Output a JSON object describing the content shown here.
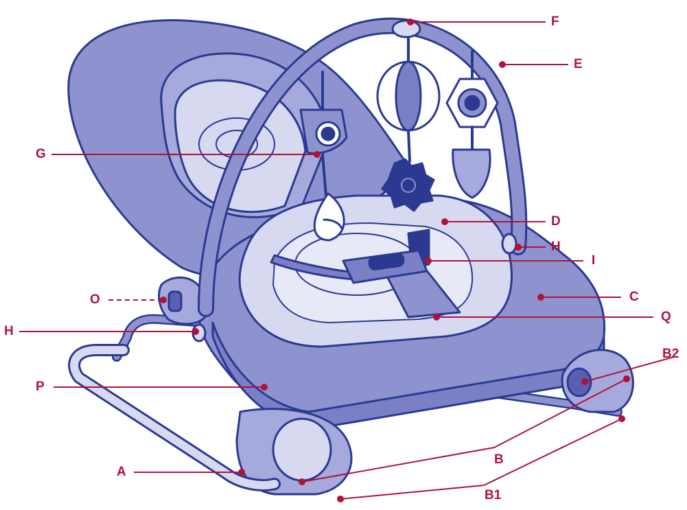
{
  "colors": {
    "outline": "#2b3990",
    "frame": "#8e93cf",
    "seat_dark": "#7b80c6",
    "seat_mid": "#a5a9dc",
    "seat_light": "#d7d9f1",
    "pad_pale": "#e8e9f7",
    "callout": "#b0123a"
  },
  "icons": [
    "chicco-logo-badge",
    "toy-mirror",
    "toy-ball",
    "toy-gear",
    "toy-hexagon",
    "toy-leaf",
    "toy-drop"
  ],
  "labels": {
    "F": "F",
    "E": "E",
    "G": "G",
    "D": "D",
    "H_right": "H",
    "I": "I",
    "O": "O",
    "C": "C",
    "H_left": "H",
    "Q": "Q",
    "B2": "B2",
    "P": "P",
    "B": "B",
    "A": "A",
    "B1": "B1"
  }
}
